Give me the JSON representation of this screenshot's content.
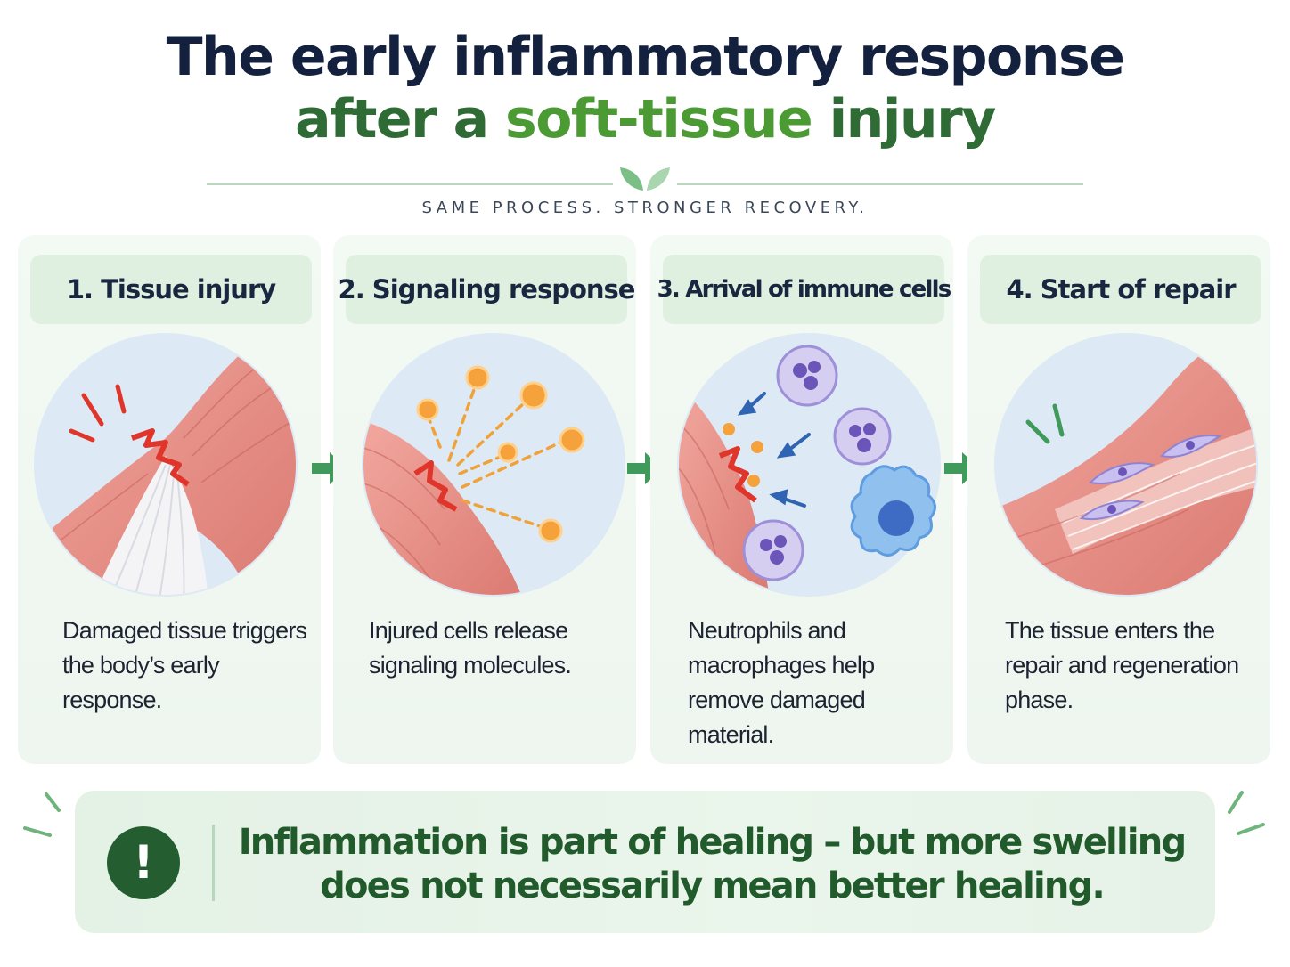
{
  "title": {
    "line1": "The early inflammatory response",
    "line2_before": "after a ",
    "line2_highlight": "soft-tissue",
    "line2_after": " injury"
  },
  "tagline": "SAME PROCESS. STRONGER RECOVERY.",
  "steps": [
    {
      "label": "1. Tissue injury",
      "description": "Damaged tissue triggers the body’s early response."
    },
    {
      "label": "2. Signaling response",
      "description": "Injured cells release signaling molecules."
    },
    {
      "label": "3. Arrival of immune cells",
      "description": "Neutrophils and macrophages help remove damaged material."
    },
    {
      "label": "4. Start of repair",
      "description": "The tissue enters the repair and regeneration phase."
    }
  ],
  "callout": {
    "icon": "exclamation-icon",
    "message": "Inflammation is part of healing – but more swelling does not necessarily mean better healing."
  },
  "colors": {
    "navy": "#13213f",
    "green_dark": "#2f6b34",
    "green_accent": "#4c9a33",
    "panel_bg": "#eef6ef",
    "arrow_green": "#3f9a5b",
    "muscle": "#e58f86"
  }
}
